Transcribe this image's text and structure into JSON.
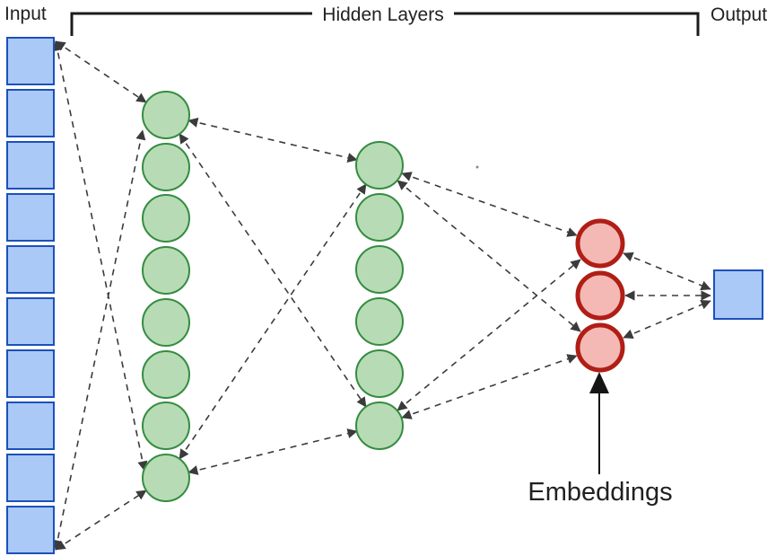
{
  "title": "Neural network embeddings diagram",
  "labels": {
    "input": "Input",
    "hidden_layers": "Hidden Layers",
    "output": "Output",
    "embeddings": "Embeddings"
  },
  "colors": {
    "input_node_fill": "#abc9f7",
    "input_node_stroke": "#1d50bb",
    "hidden_node_fill": "#b7dcb5",
    "hidden_node_stroke": "#358c41",
    "embedding_node_fill": "#f4b9b4",
    "embedding_node_stroke": "#b01e16",
    "connector": "#3b3b3b",
    "bracket": "#1c1c1c",
    "text": "#212121"
  },
  "network": {
    "layers": [
      {
        "name": "input",
        "shape": "square",
        "node_count": 10
      },
      {
        "name": "hidden-1",
        "shape": "circle",
        "node_count": 8
      },
      {
        "name": "hidden-2",
        "shape": "circle",
        "node_count": 6
      },
      {
        "name": "embeddings",
        "shape": "circle",
        "node_count": 3
      },
      {
        "name": "output",
        "shape": "square",
        "node_count": 1
      }
    ],
    "connection_style": "dashed double-headed arrows between layer extremes",
    "annotation": "Embeddings arrow points to the 3-node embedding layer"
  }
}
